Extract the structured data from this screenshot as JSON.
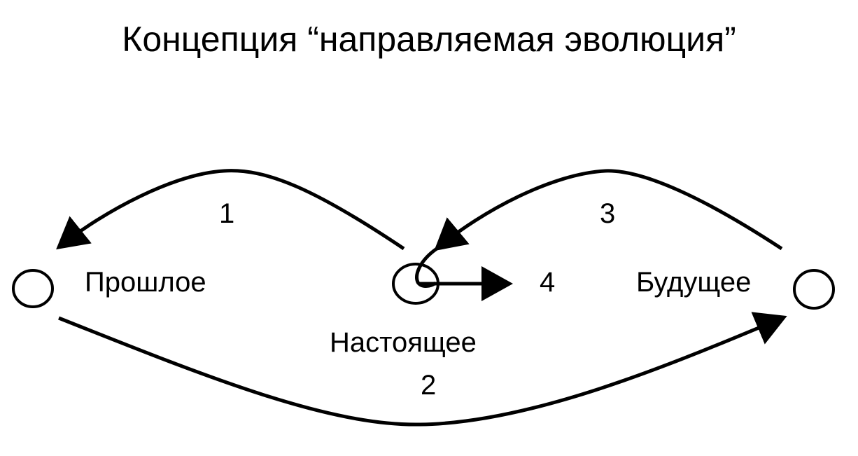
{
  "title": "Концепция “направляемая эволюция”",
  "nodes": {
    "past": "Прошлое",
    "present": "Настоящее",
    "future": "Будущее"
  },
  "arrows": {
    "one": "1",
    "two": "2",
    "three": "3",
    "four": "4"
  },
  "colors": {
    "ink": "#000000",
    "background": "#ffffff"
  }
}
